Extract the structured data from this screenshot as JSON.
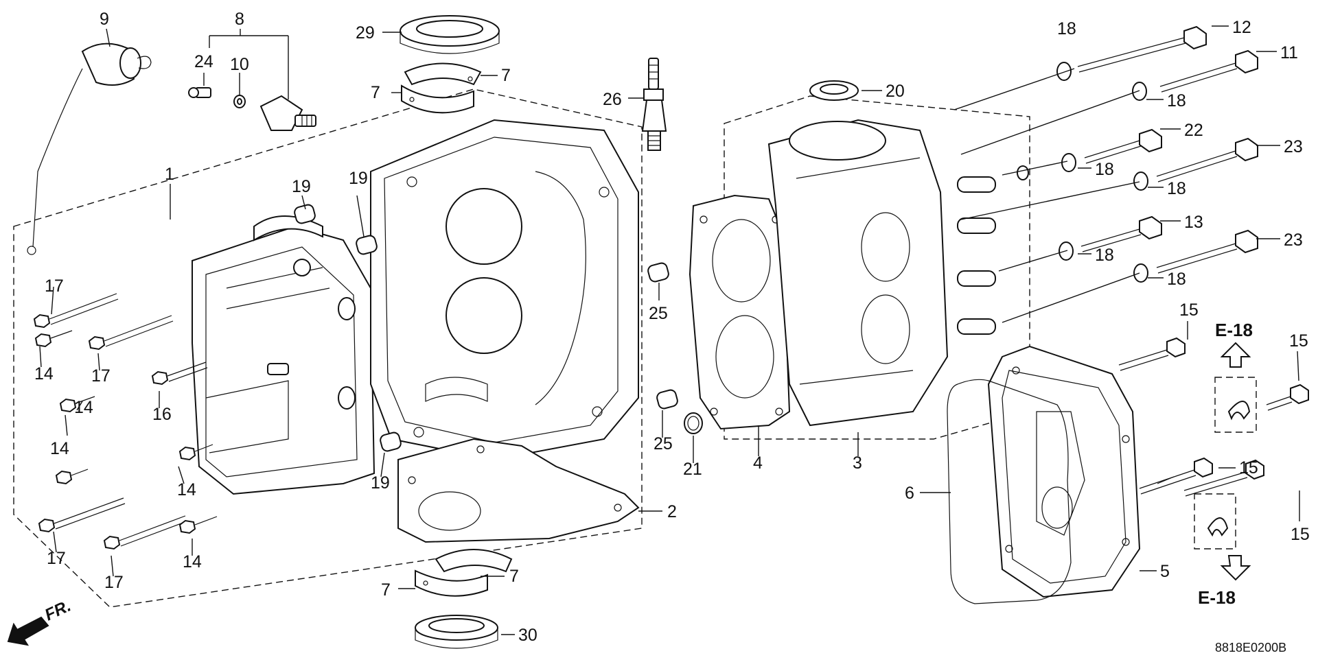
{
  "diagram": {
    "callouts": {
      "c9": "9",
      "c8": "8",
      "c24": "24",
      "c10": "10",
      "c29": "29",
      "c7a": "7",
      "c7b": "7",
      "c26": "26",
      "c20": "20",
      "c18a": "18",
      "c12": "12",
      "c11": "11",
      "c18b": "18",
      "c22": "22",
      "c18c": "18",
      "c23a": "23",
      "c18d": "18",
      "c13": "13",
      "c18e": "18",
      "c23b": "23",
      "c18f": "18",
      "c1": "1",
      "c19a": "19",
      "c19b": "19",
      "c25a": "25",
      "c17a": "17",
      "c14a": "14",
      "c17b": "17",
      "c16": "16",
      "c14b": "14",
      "c14c": "14",
      "c14d": "14",
      "c19c": "19",
      "c17c": "17",
      "c17d": "17",
      "c14e": "14",
      "c25b": "25",
      "c21": "21",
      "c4": "4",
      "c3": "3",
      "c2": "2",
      "c7c": "7",
      "c7d": "7",
      "c30": "30",
      "c15a": "15",
      "c15b": "15",
      "c15c": "15",
      "c15d": "15",
      "c6": "6",
      "c5": "5"
    },
    "section_refs": {
      "top": "E-18",
      "bottom": "E-18"
    },
    "front_label": "FR.",
    "figure_code": "8818E0200B"
  }
}
